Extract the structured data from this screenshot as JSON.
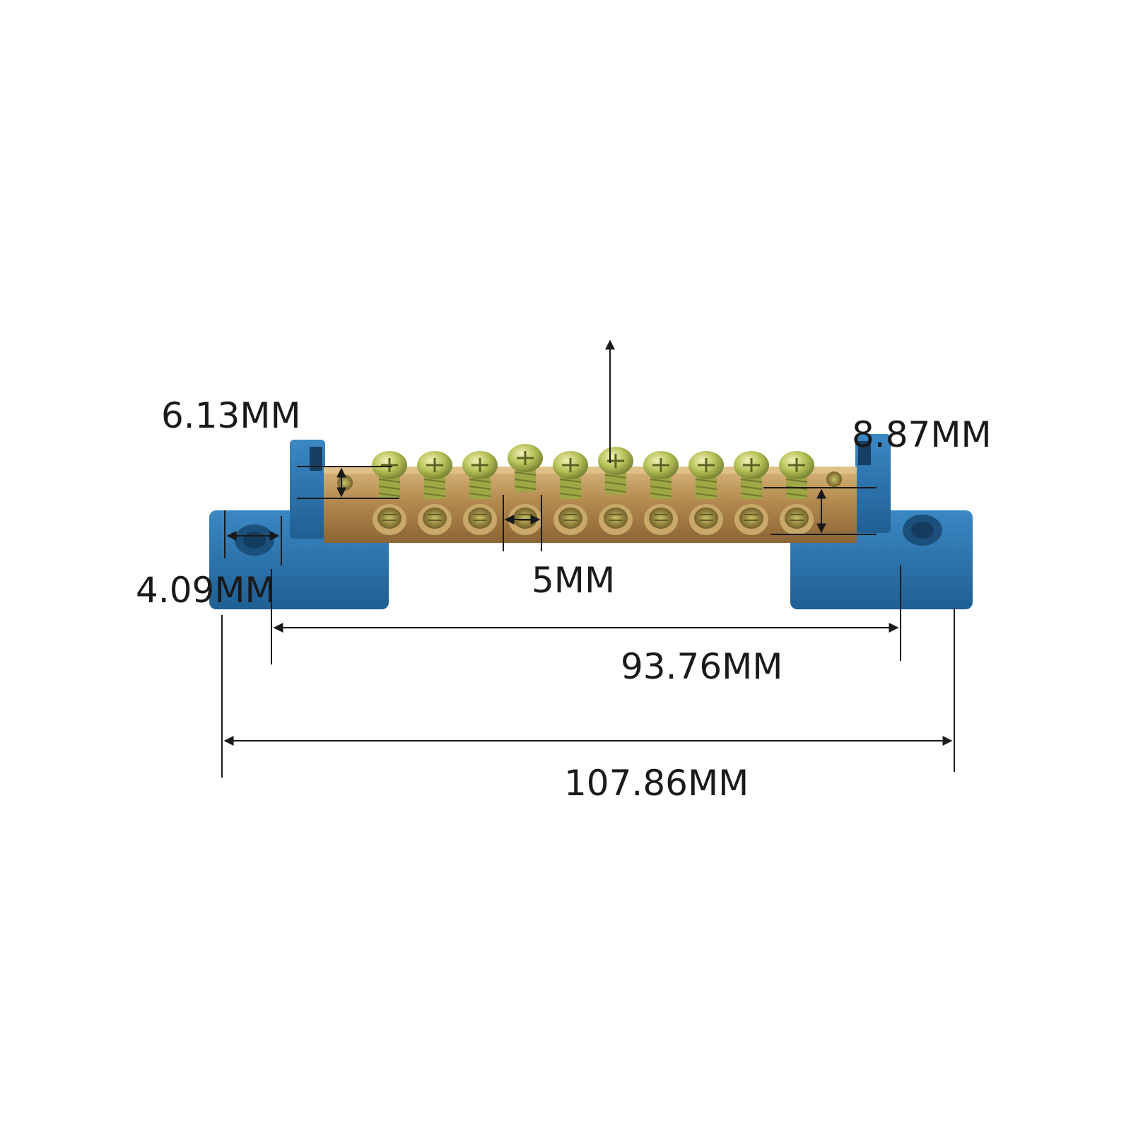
{
  "diagram": {
    "dimensions": {
      "pitch": "6.13MM",
      "height": "8.87MM",
      "mount_hole": "4.09MM",
      "hole": "5MM",
      "inner_span": "93.76MM",
      "overall_length": "107.86MM"
    },
    "product": {
      "screw_count": 10,
      "bar_color": "#b48a4e",
      "bar_highlight": "#d8b77d",
      "bar_shadow": "#8a6434",
      "base_color": "#2d78b5",
      "base_dark": "#1f5f93",
      "screw_color": "#b8c45a",
      "line_color": "#1a1a1a"
    }
  }
}
